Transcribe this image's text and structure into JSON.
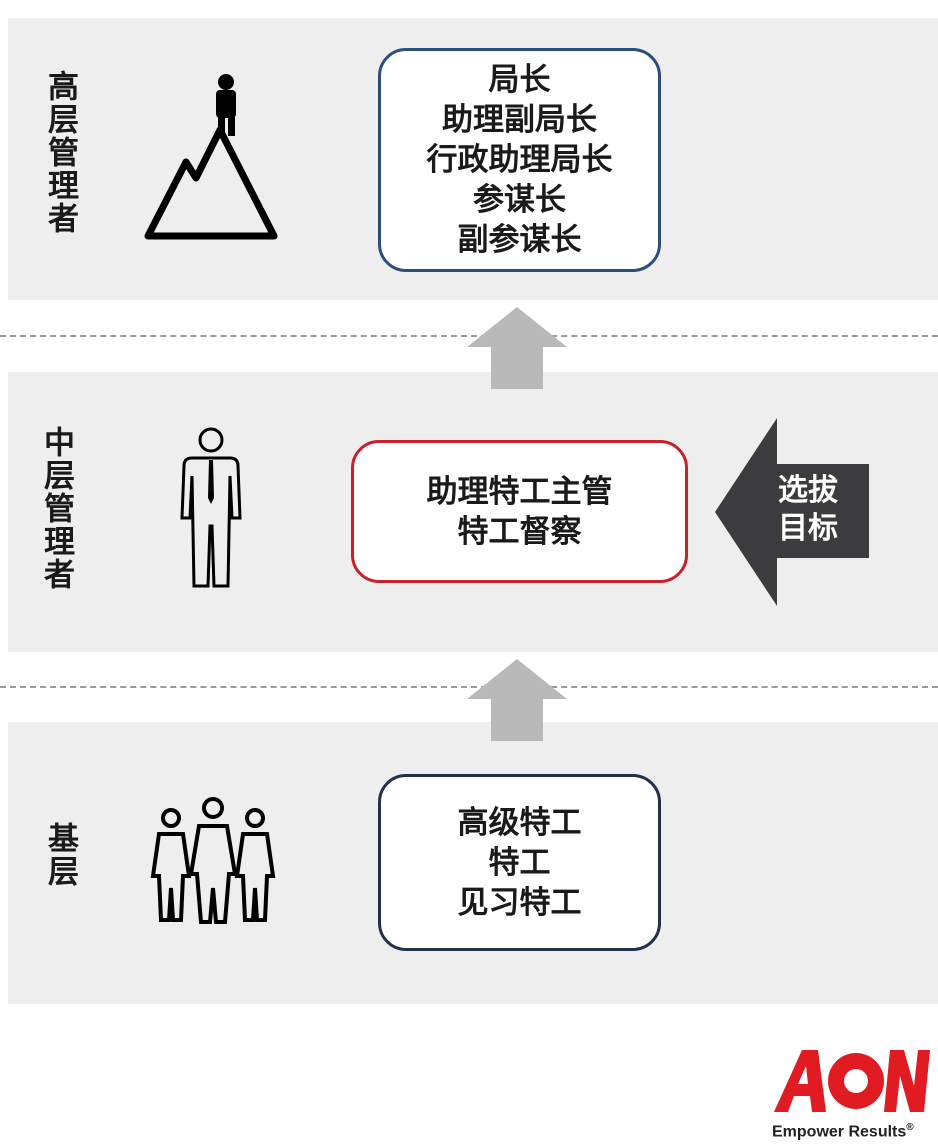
{
  "levels": {
    "top": {
      "label": "高层管理者",
      "roles": [
        "局长",
        "助理副局长",
        "行政助理局长",
        "参谋长",
        "副参谋长"
      ],
      "box_color": "#2b4f78",
      "icon": "mountain-climber-icon"
    },
    "mid": {
      "label": "中层管理者",
      "roles": [
        "助理特工主管",
        "特工督察"
      ],
      "box_color": "#c8202c",
      "icon": "businessman-icon"
    },
    "bottom": {
      "label": "基层",
      "roles": [
        "高级特工",
        "特工",
        "见习特工"
      ],
      "box_color": "#22304a",
      "icon": "people-group-icon"
    }
  },
  "selection_target": {
    "line1": "选拔",
    "line2": "目标",
    "color": "#3c3c3e"
  },
  "brand": {
    "logo_text": "AON",
    "tagline": "Empower Results",
    "trademark": "®",
    "color": "#e11b22"
  }
}
